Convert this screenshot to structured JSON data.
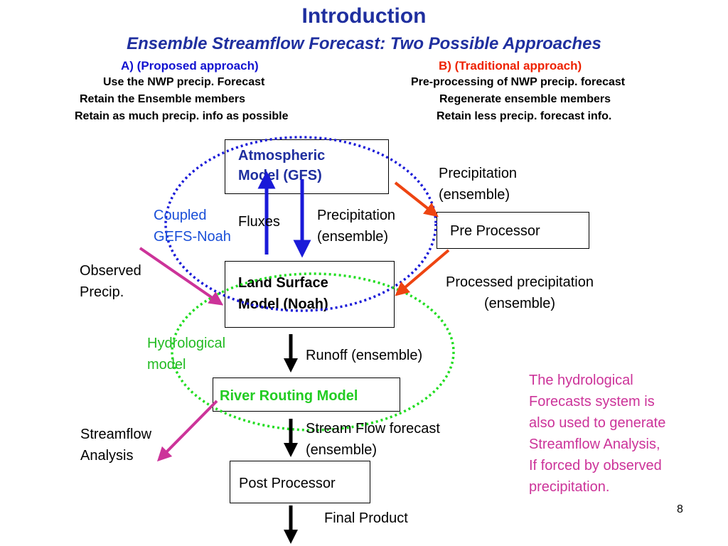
{
  "slide": {
    "title": "Introduction",
    "subtitle": "Ensemble Streamflow Forecast: Two Possible Approaches",
    "page_number": "8"
  },
  "approach_a": {
    "header": "A)   (Proposed approach)",
    "lines": [
      "Use the NWP precip. Forecast",
      "Retain the Ensemble members",
      "Retain as much precip. info as possible"
    ]
  },
  "approach_b": {
    "header": "B)  (Traditional approach)",
    "lines": [
      "Pre-processing of NWP precip. forecast",
      "Regenerate ensemble members",
      "Retain less precip. forecast info."
    ]
  },
  "boxes": {
    "atmospheric": [
      "Atmospheric",
      "Model (GFS)"
    ],
    "land_surface": [
      "Land Surface",
      "Model (Noah)"
    ],
    "pre_processor": "Pre Processor",
    "river_routing": "River Routing Model",
    "post_processor": "Post Processor"
  },
  "labels": {
    "precip_ensemble_right": [
      "Precipitation",
      "(ensemble)"
    ],
    "precip_ensemble_mid": [
      "Precipitation",
      "(ensemble)"
    ],
    "fluxes": "Fluxes",
    "coupled": [
      "Coupled",
      "GEFS-Noah"
    ],
    "observed": [
      "Observed",
      "Precip."
    ],
    "processed": [
      "Processed precipitation",
      "(ensemble)"
    ],
    "hydrological": [
      "Hydrological",
      "model"
    ],
    "runoff": "Runoff (ensemble)",
    "stream_flow": [
      "Stream Flow forecast",
      "(ensemble)"
    ],
    "streamflow_analysis": [
      "Streamflow",
      "Analysis"
    ],
    "final_product": "Final Product"
  },
  "note": [
    "The hydrological",
    "Forecasts system is",
    "also used to generate",
    "Streamflow Analysis,",
    "If forced by observed",
    "precipitation."
  ],
  "colors": {
    "title_blue": "#1f2f9f",
    "approach_a": "#1212d0",
    "approach_b": "#ee2200",
    "atmos_text": "#1f2f9f",
    "coupled_text": "#1a4fd8",
    "hydro_green": "#22bb22",
    "river_green": "#22cc22",
    "note_magenta": "#cc3399",
    "arrow_blue": "#1a1ad8",
    "arrow_orange": "#ee4411",
    "arrow_magenta": "#cc3399",
    "arrow_black": "#000000"
  }
}
